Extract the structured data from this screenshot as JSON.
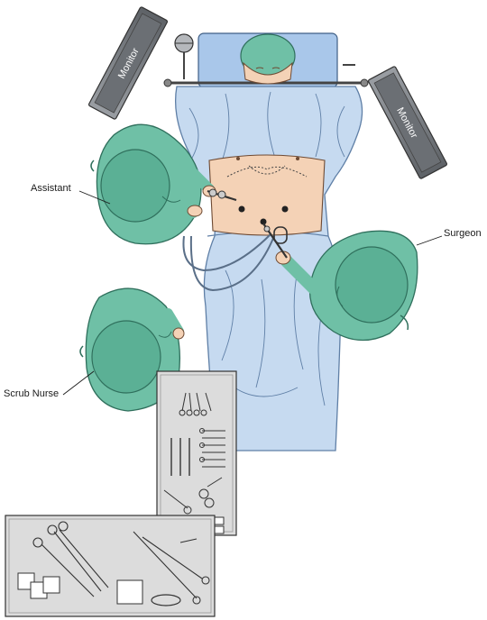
{
  "monitors": {
    "left_label": "Monitor",
    "right_label": "Monitor"
  },
  "labels": {
    "assistant": "Assistant",
    "surgeon": "Surgeon",
    "scrub_nurse": "Scrub Nurse"
  },
  "colors": {
    "scrubs": "#6fc0a6",
    "scrubs_dark": "#3e8f77",
    "drape": "#c6daf0",
    "drape_line": "#5f7fa6",
    "table": "#a9c7ea",
    "skin": "#f4d2b6",
    "monitor": "#7c8085",
    "instrument_table": "#dcdcdc"
  }
}
